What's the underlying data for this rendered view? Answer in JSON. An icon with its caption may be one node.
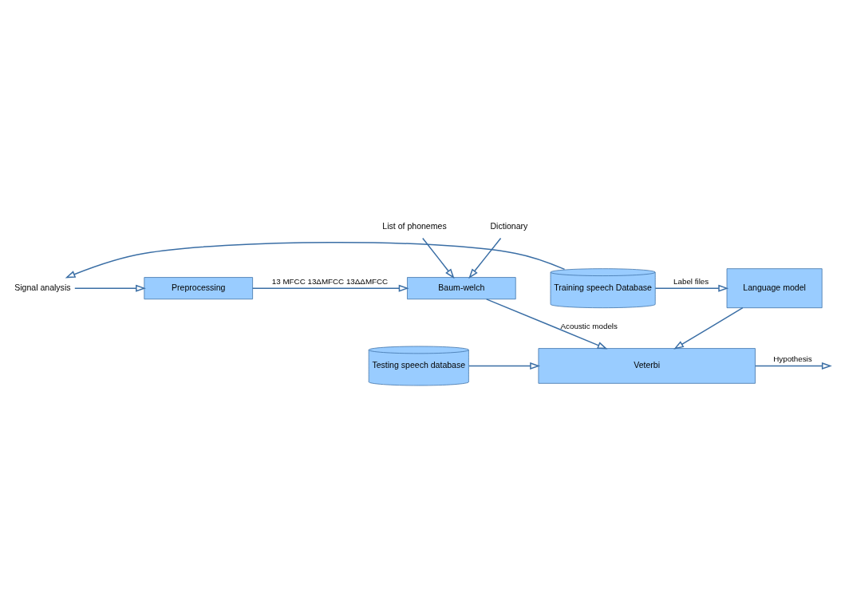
{
  "diagram": {
    "nodes": [
      {
        "text": [
          "Signal analysis"
        ]
      },
      {
        "text": [
          "Preprocessing"
        ]
      },
      {
        "text": [
          "List of phonemes"
        ]
      },
      {
        "text": [
          "Dictionary"
        ]
      },
      {
        "text": [
          "Baum-welch"
        ]
      },
      {
        "text": [
          "Training speech Database"
        ]
      },
      {
        "text": [
          "Language model"
        ]
      },
      {
        "text": [
          "Testing speech database"
        ]
      },
      {
        "text": [
          "Veterbi"
        ]
      }
    ],
    "edges": [
      {
        "from": 5,
        "to": 0,
        "arrow": "to"
      },
      {
        "from": 0,
        "to": 1,
        "arrow": "to"
      },
      {
        "from": 1,
        "to": 4,
        "arrow": "to",
        "label": "13 MFCC 13ΔMFCC 13ΔΔMFCC"
      },
      {
        "from": 2,
        "to": 4,
        "arrow": "to"
      },
      {
        "from": 3,
        "to": 4,
        "arrow": "to"
      },
      {
        "from": 5,
        "to": 6,
        "arrow": "to",
        "label": "Label files"
      },
      {
        "from": 4,
        "to": 8,
        "arrow": "to",
        "label": "Acoustic models"
      },
      {
        "from": 6,
        "to": 8,
        "arrow": "to"
      },
      {
        "from": 7,
        "to": 8,
        "arrow": "to"
      },
      {
        "from": 8,
        "to": null,
        "arrow": "to",
        "label": "Hypothesis"
      }
    ]
  }
}
